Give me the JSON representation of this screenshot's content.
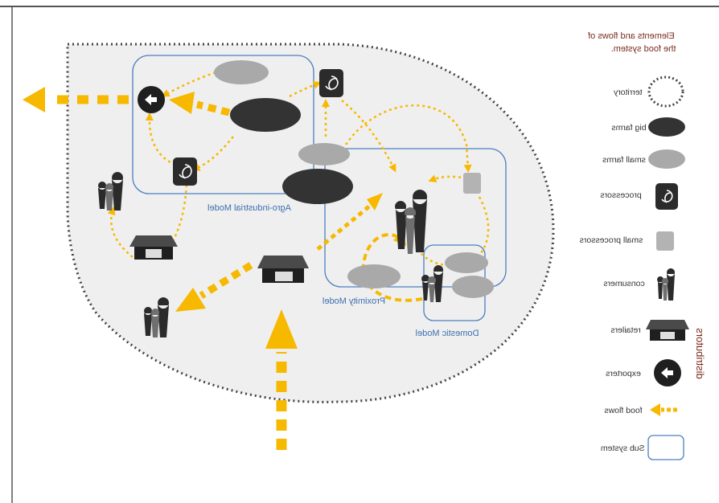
{
  "colors": {
    "food_flow": "#f7b800",
    "subsystem_stroke": "#4a7fc1",
    "subsystem_text": "#3e6fb0",
    "territory_fill": "#efefef",
    "big_farm": "#333333",
    "small_farm": "#a9a9a9",
    "processor": "#2b2b2b",
    "small_processor": "#b3b3b3",
    "legend_text": "#333333",
    "title_text": "#7a2b1c"
  },
  "legend": {
    "title_line1": "Elements and flows of",
    "title_line2": "the food system.",
    "items": {
      "territory": "territory",
      "big_farms": "big farms",
      "small_farms": "small farms",
      "processors": "processors",
      "small_processors": "small processors",
      "consumers": "consumers",
      "retailers": "retailers",
      "exporters": "exporters",
      "food_flows": "food flows",
      "sub_system": "Sub system"
    },
    "icons": [
      "dotted-ring-icon",
      "dark-ellipse-icon",
      "grey-ellipse-icon",
      "cycle-arrows-icon",
      "grey-square-icon",
      "people-icon",
      "shop-icon",
      "arrow-circle-icon",
      "dashed-arrow-icon",
      "rounded-rect-icon"
    ]
  },
  "side_label": "distributors",
  "subsystems": {
    "agro": "Agro-industrial Model",
    "proximity": "Proximity Model",
    "domestic": "Domestic Model"
  }
}
